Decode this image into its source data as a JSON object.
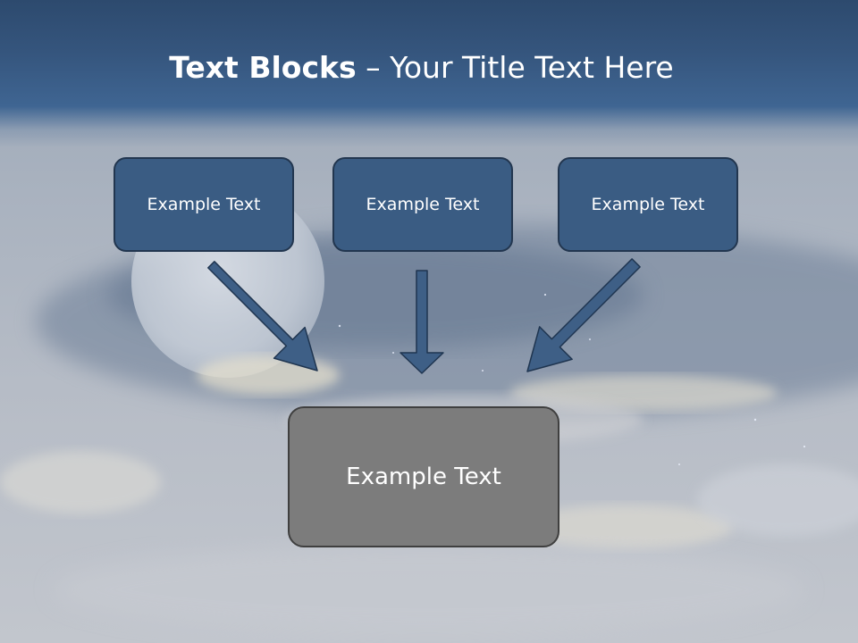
{
  "title": {
    "bold_part": "Text Blocks",
    "rest": " – Your Title Text Here"
  },
  "blocks": {
    "left": "Example Text",
    "center": "Example Text",
    "right": "Example Text",
    "bottom": "Example Text"
  },
  "colors": {
    "header": "#35557d",
    "box_blue": "#3a5c83",
    "box_gray": "#7c7c7c",
    "arrow_fill": "#3e5f86",
    "arrow_stroke": "#1f3550"
  }
}
